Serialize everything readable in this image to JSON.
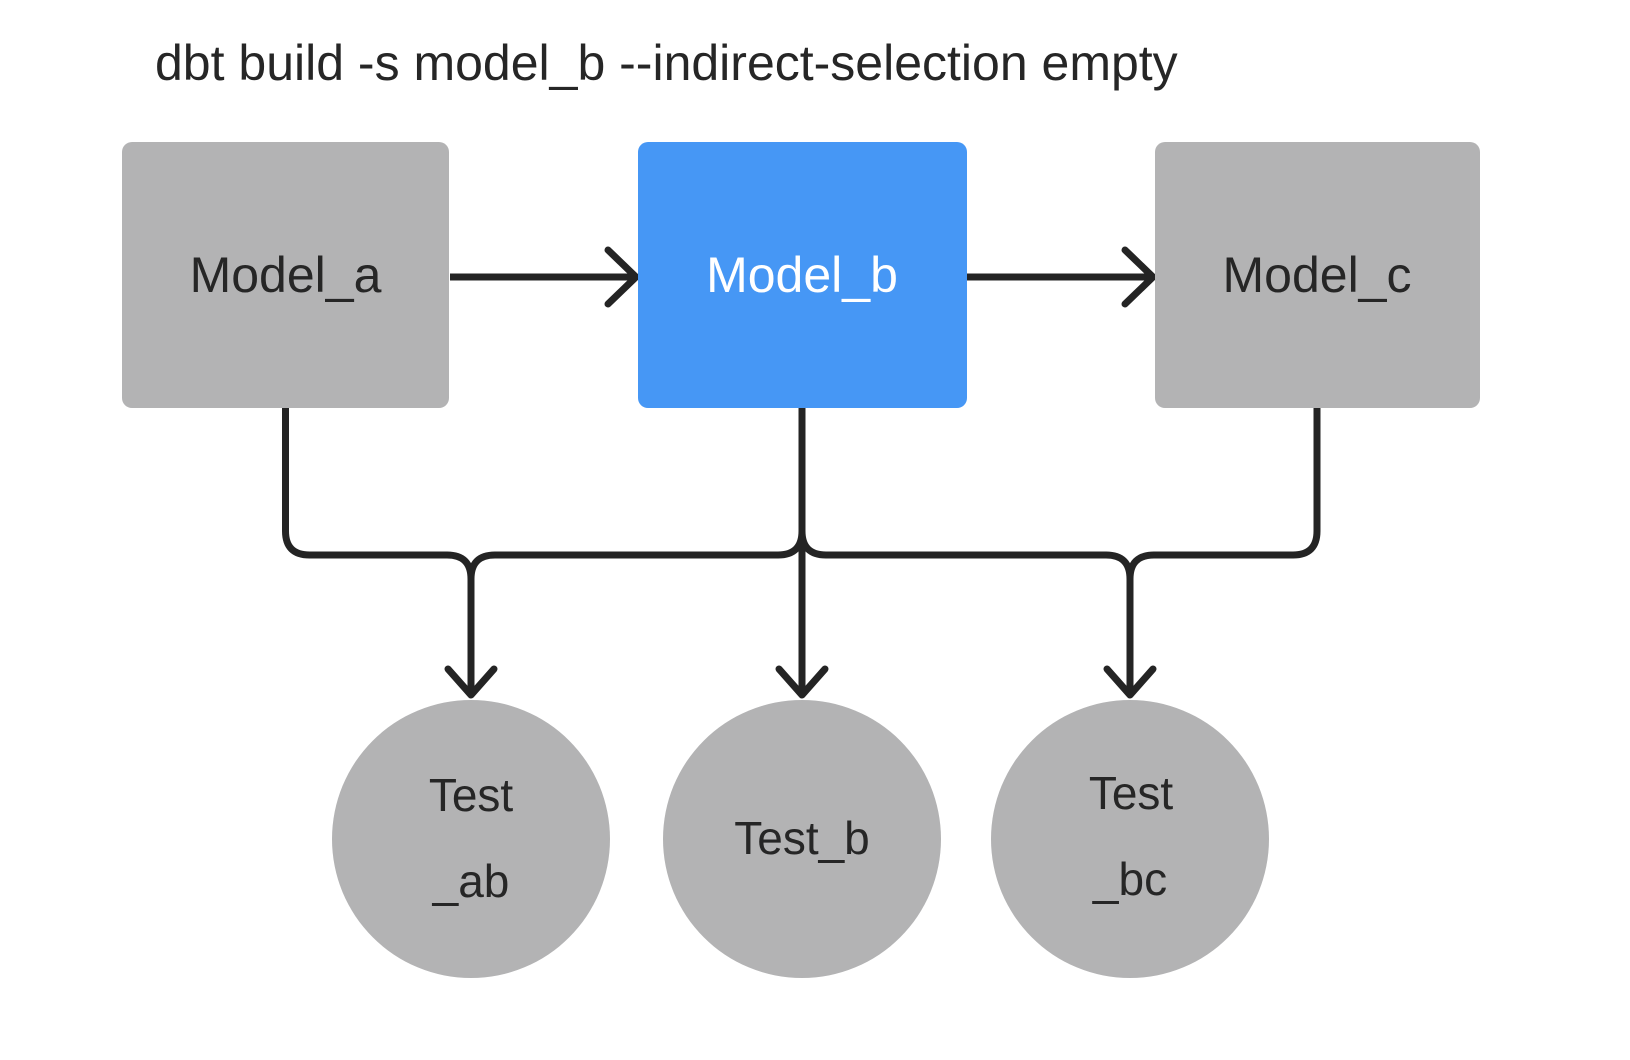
{
  "title": "dbt build -s model_b --indirect-selection empty",
  "theme": {
    "background": "#ffffff",
    "node_gray": "#b3b3b4",
    "selected_blue": "#4697f5",
    "line_color": "#242424",
    "text_dark": "#262626",
    "text_light": "#ffffff"
  },
  "diagram": {
    "models": [
      {
        "id": "model_a",
        "label": "Model_a",
        "selected": false
      },
      {
        "id": "model_b",
        "label": "Model_b",
        "selected": true
      },
      {
        "id": "model_c",
        "label": "Model_c",
        "selected": false
      }
    ],
    "tests": [
      {
        "id": "test_ab",
        "line1": "Test",
        "line2": "_ab"
      },
      {
        "id": "test_b",
        "line1": "Test_b",
        "line2": ""
      },
      {
        "id": "test_bc",
        "line1": "Test",
        "line2": "_bc"
      }
    ],
    "edges": [
      {
        "from": "model_a",
        "to": "model_b"
      },
      {
        "from": "model_b",
        "to": "model_c"
      },
      {
        "from": "model_a",
        "to": "test_ab"
      },
      {
        "from": "model_b",
        "to": "test_ab"
      },
      {
        "from": "model_b",
        "to": "test_b"
      },
      {
        "from": "model_b",
        "to": "test_bc"
      },
      {
        "from": "model_c",
        "to": "test_bc"
      }
    ]
  }
}
